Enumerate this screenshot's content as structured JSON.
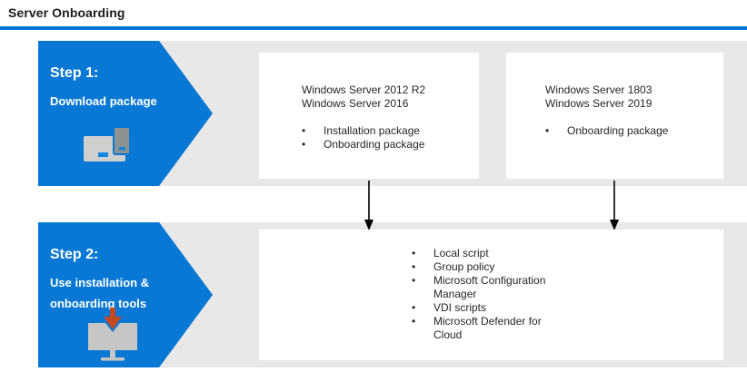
{
  "header": {
    "title": "Server Onboarding"
  },
  "steps": [
    {
      "title": "Step 1:",
      "lines": [
        "Download package"
      ]
    },
    {
      "title": "Step 2:",
      "lines": [
        "Use installation &",
        "onboarding tools"
      ]
    }
  ],
  "boxes": {
    "server2012": {
      "titles": [
        "Windows Server 2012 R2",
        "Windows Server 2016"
      ],
      "bullets": [
        "Installation package",
        "Onboarding package"
      ]
    },
    "server1803": {
      "titles": [
        "Windows Server 1803",
        "Windows Server 2019"
      ],
      "bullets": [
        "Onboarding package"
      ]
    },
    "tools": {
      "bullets": [
        "Local script",
        "Group policy",
        "Microsoft Configuration Manager",
        "VDI scripts",
        "Microsoft Defender for Cloud"
      ]
    }
  },
  "glyphs": {
    "bullet": "•"
  },
  "colors": {
    "accent_blue": "#0878d4",
    "band_gray": "#e8e8e8",
    "box_white": "#ffffff",
    "text_dark": "#262626",
    "step_text_white": "#ffffff",
    "arrow_black": "#000000",
    "icon_monitor_gray": "#cfcfcf",
    "icon_phone_gray": "#8e9191",
    "icon_screen_gray": "#c6c6c6",
    "icon_arrow_red": "#c4491f",
    "icon_slot_blue": "#1585e2"
  }
}
